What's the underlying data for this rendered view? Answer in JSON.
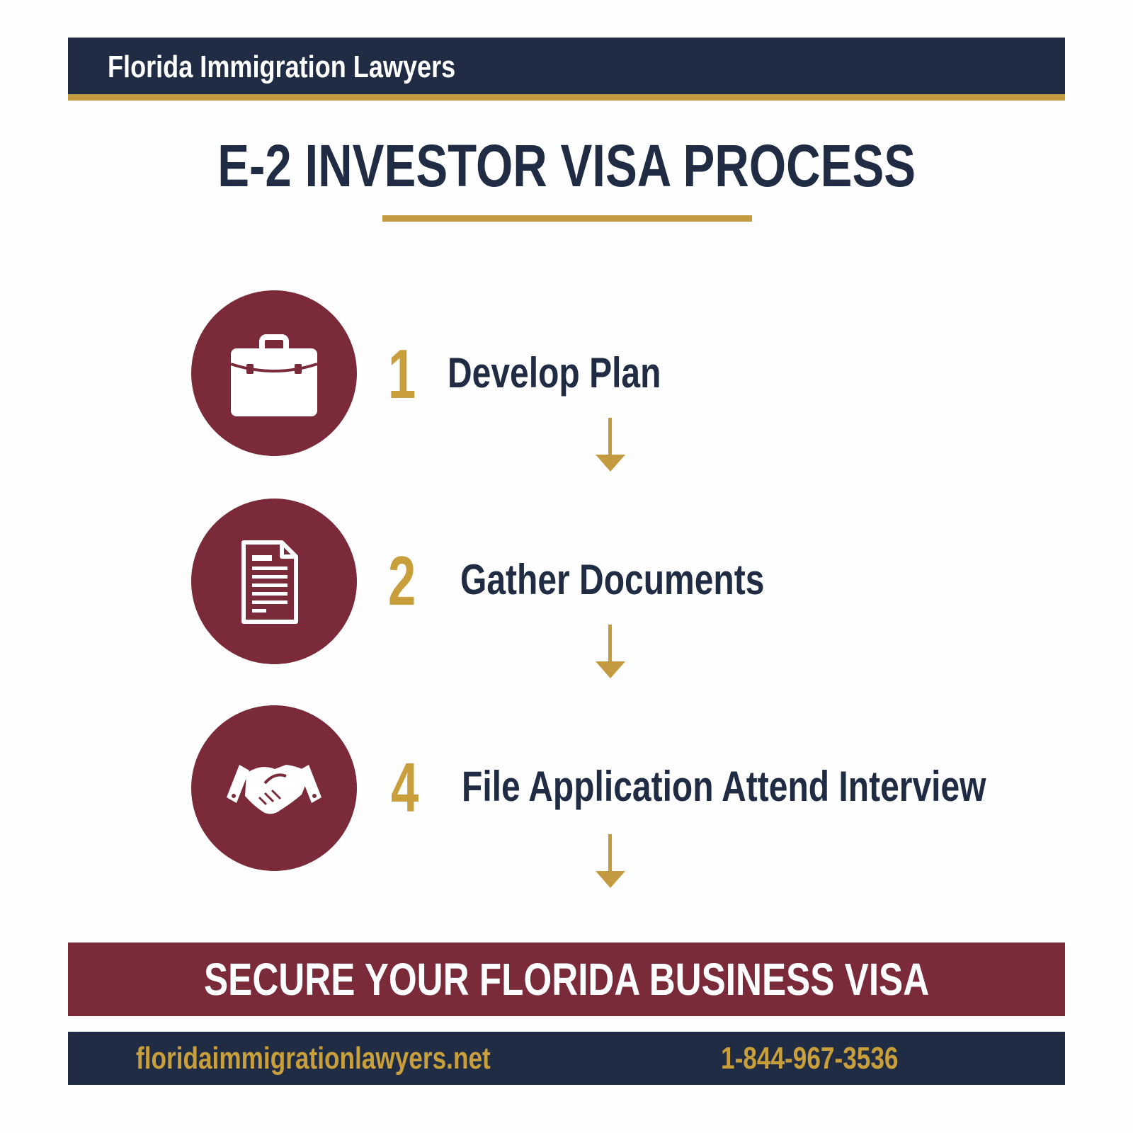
{
  "header": {
    "firm_name": "Florida Immigration Lawyers"
  },
  "title": {
    "text": "E-2 INVESTOR VISA PROCESS"
  },
  "steps": [
    {
      "number": "1",
      "label": "Develop Plan",
      "icon": "briefcase-icon"
    },
    {
      "number": "2",
      "label": "Gather Documents",
      "icon": "document-icon"
    },
    {
      "number": "4",
      "label": "File Application Attend Interview",
      "icon": "handshake-icon"
    }
  ],
  "cta": {
    "text": "SECURE YOUR FLORIDA BUSINESS VISA"
  },
  "footer": {
    "website": "floridaimmigrationlawyers.net",
    "phone": "1-844-967-3536"
  },
  "colors": {
    "navy": "#1f2c44",
    "gold": "#c39a40",
    "maroon": "#7a2a38",
    "white": "#ffffff"
  }
}
